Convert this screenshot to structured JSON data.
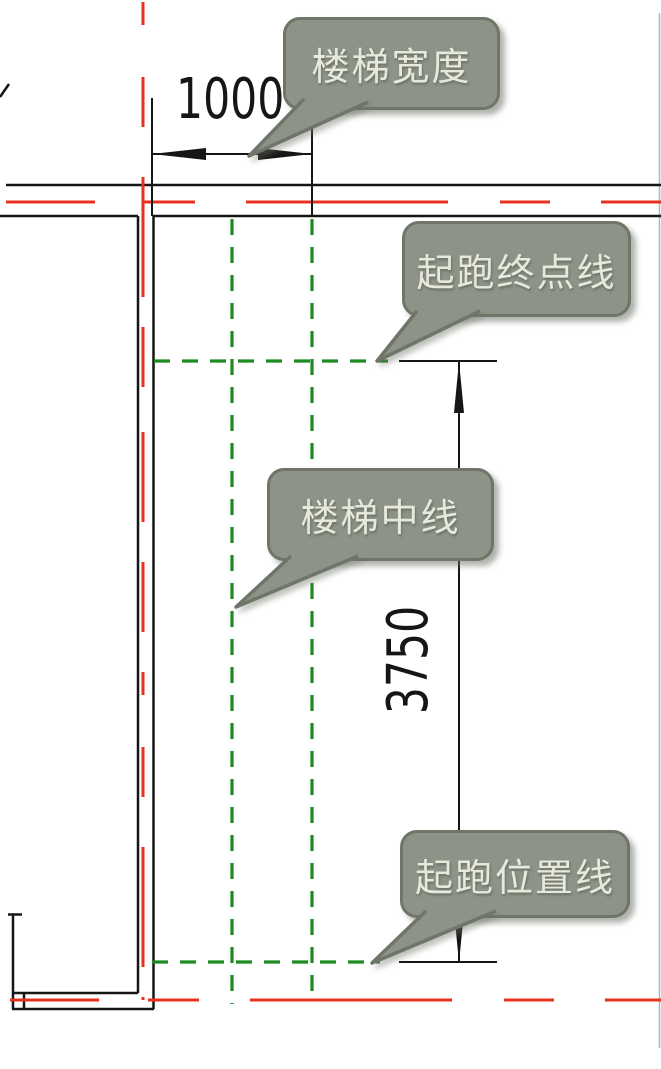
{
  "callouts": {
    "stair_width": "楼梯宽度",
    "run_end_line": "起跑终点线",
    "stair_center_line": "楼梯中线",
    "run_start_line": "起跑位置线"
  },
  "dimensions": {
    "stair_width": "1000",
    "run_length": "3750"
  },
  "colors": {
    "axis_red": "#e8301f",
    "guide_green": "#1e8a22",
    "line_black": "#161616",
    "callout_fill": "#8d9386",
    "callout_border": "#6f7568",
    "callout_text": "#e7e9dd",
    "frame_gray": "#b5b5b5"
  }
}
